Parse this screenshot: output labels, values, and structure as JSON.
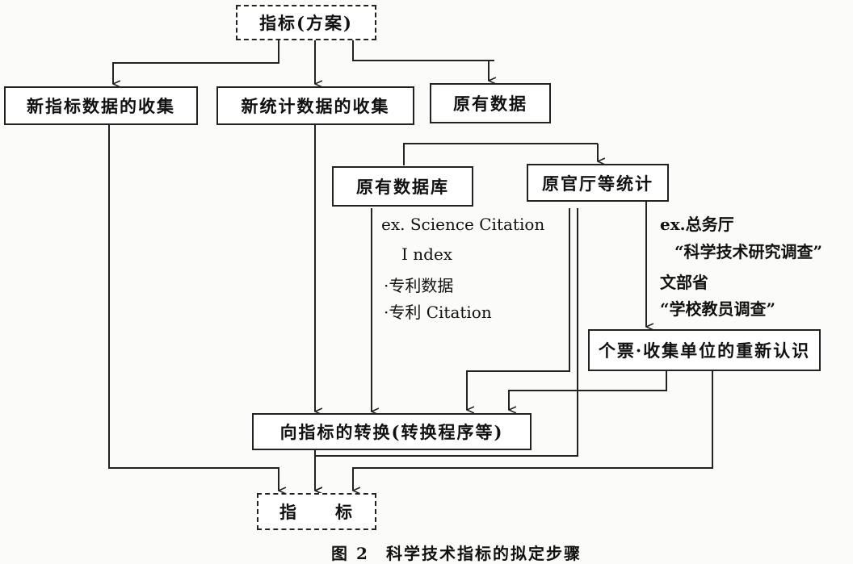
{
  "boxes": {
    "top": "指标(方案)",
    "new_indicator": "新指标数据的收集",
    "new_stats": "新统计数据的收集",
    "existing": "原有数据",
    "existing_db": "原有数据库",
    "agency_stats": "原官厅等统计",
    "reauth": "个票·收集单位的重新认识",
    "convert": "向指标的转换(转换程序等)",
    "final": "指　　标"
  },
  "notes": {
    "db_examples": [
      "ex. Science Citation",
      "I ndex",
      "·专利数据",
      "·专利 Citation"
    ],
    "agency_examples": [
      "ex.总务厅",
      "“科学技术研究调查”",
      "文部省",
      "“学校教员调查”"
    ]
  },
  "caption": {
    "number": "图 2",
    "title": "科学技术指标的拟定步骤"
  }
}
